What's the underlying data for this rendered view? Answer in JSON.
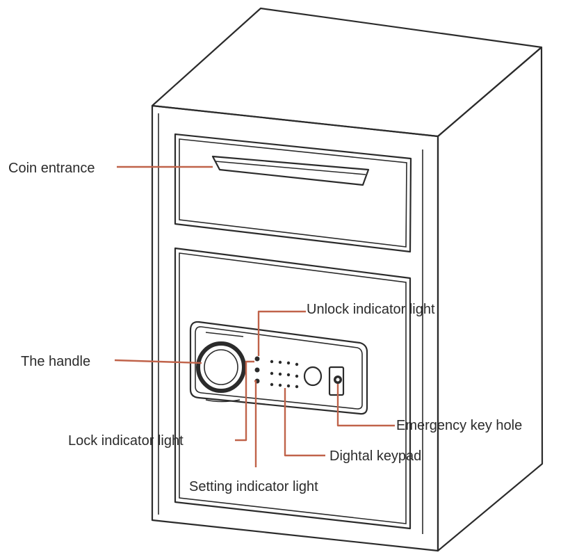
{
  "labels": {
    "coin_entrance": "Coin entrance",
    "the_handle": "The handle",
    "unlock_indicator_light": "Unlock indicator light",
    "lock_indicator_light": "Lock indicator light",
    "setting_indicator_light": "Setting indicator light",
    "digital_keypad": "Dightal keypad",
    "emergency_key_hole": "Emergency key hole"
  },
  "colors": {
    "outline": "#2b2b2b",
    "leader_lines": "#c0634a",
    "background": "#ffffff"
  }
}
